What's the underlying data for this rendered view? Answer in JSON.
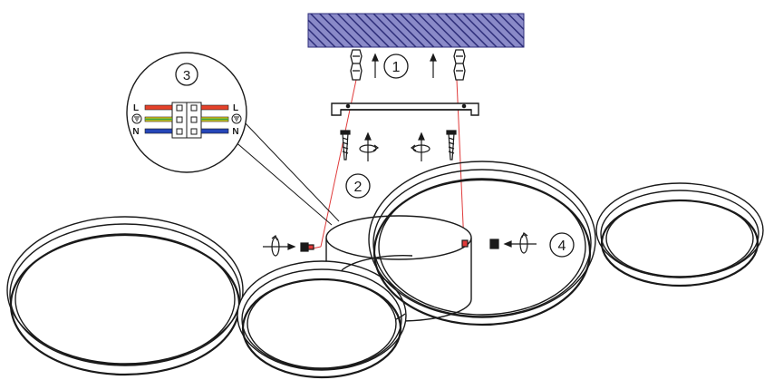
{
  "steps": [
    {
      "label": "1"
    },
    {
      "label": "2"
    },
    {
      "label": "3"
    },
    {
      "label": "4"
    }
  ],
  "wiring": {
    "left_labels": [
      "L",
      "N"
    ],
    "right_labels": [
      "L",
      "N"
    ],
    "ground_symbol": "earth-ground-icon",
    "wire_colors": {
      "live": "#e5412a",
      "earth_green": "#3fa33f",
      "earth_yellow": "#f2d21a",
      "neutral": "#2646b8"
    }
  },
  "colors": {
    "line": "#1a1a1a",
    "guide": "#e03a3a",
    "ceiling": "#5a5a9e",
    "ceiling_stroke": "#2e2e7a"
  },
  "icons": [
    "wall-plug-icon",
    "screw-icon",
    "rotate-arrow-icon",
    "up-arrow-icon",
    "nut-icon"
  ]
}
